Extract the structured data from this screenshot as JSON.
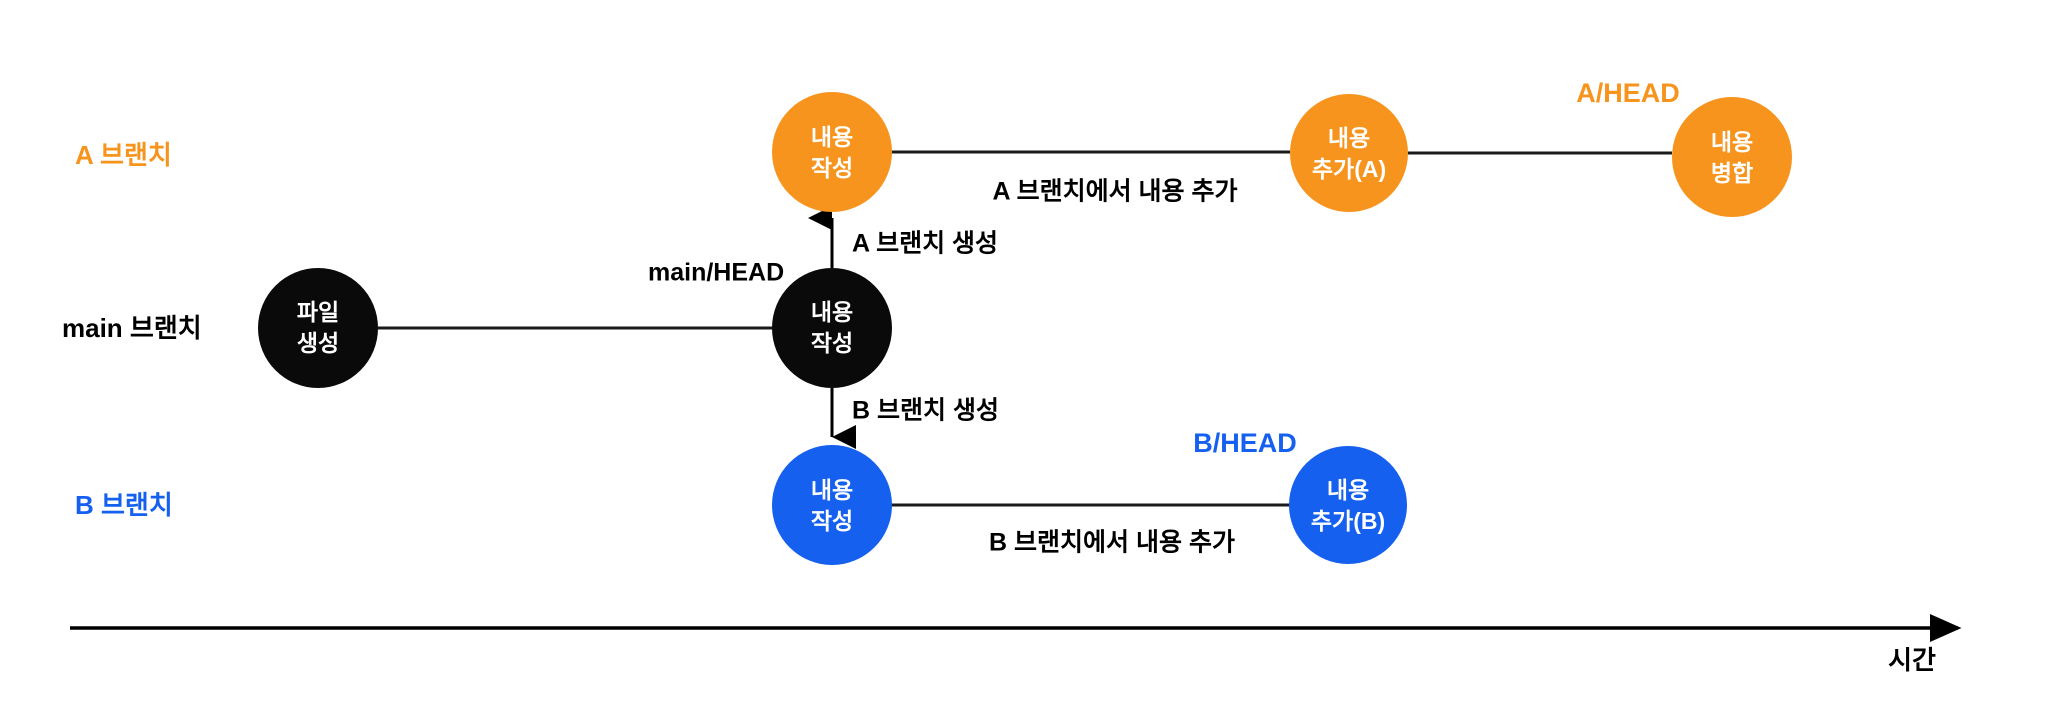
{
  "diagram": {
    "title": "Git branch timeline",
    "colors": {
      "main": "#0a0a0a",
      "branch_a": "#f7941d",
      "branch_b": "#1560ef",
      "line": "#1a1a1a",
      "background": "#ffffff",
      "node_text": "#ffffff"
    },
    "lanes": [
      {
        "key": "a",
        "label": "A 브랜치",
        "color": "#f7941d"
      },
      {
        "key": "main",
        "label": "main 브랜치",
        "color": "#000000"
      },
      {
        "key": "b",
        "label": "B 브랜치",
        "color": "#1560ef"
      }
    ],
    "nodes": [
      {
        "key": "main_create",
        "lane": "main",
        "line1": "파일",
        "line2": "생성"
      },
      {
        "key": "main_write",
        "lane": "main",
        "line1": "내용",
        "line2": "작성"
      },
      {
        "key": "a_write",
        "lane": "a",
        "line1": "내용",
        "line2": "작성"
      },
      {
        "key": "a_add",
        "lane": "a",
        "line1": "내용",
        "line2": "추가(A)"
      },
      {
        "key": "a_merge",
        "lane": "a",
        "line1": "내용",
        "line2": "병합"
      },
      {
        "key": "b_write",
        "lane": "b",
        "line1": "내용",
        "line2": "작성"
      },
      {
        "key": "b_add",
        "lane": "b",
        "line1": "내용",
        "line2": "추가(B)"
      }
    ],
    "edge_labels": {
      "main_head": "main/HEAD",
      "create_branch_a": "A 브랜치 생성",
      "create_branch_b": "B 브랜치 생성",
      "add_on_a": "A 브랜치에서 내용 추가",
      "add_on_b": "B 브랜치에서 내용 추가"
    },
    "head_labels": {
      "a": "A/HEAD",
      "b": "B/HEAD"
    },
    "axis": {
      "label": "시간"
    }
  }
}
